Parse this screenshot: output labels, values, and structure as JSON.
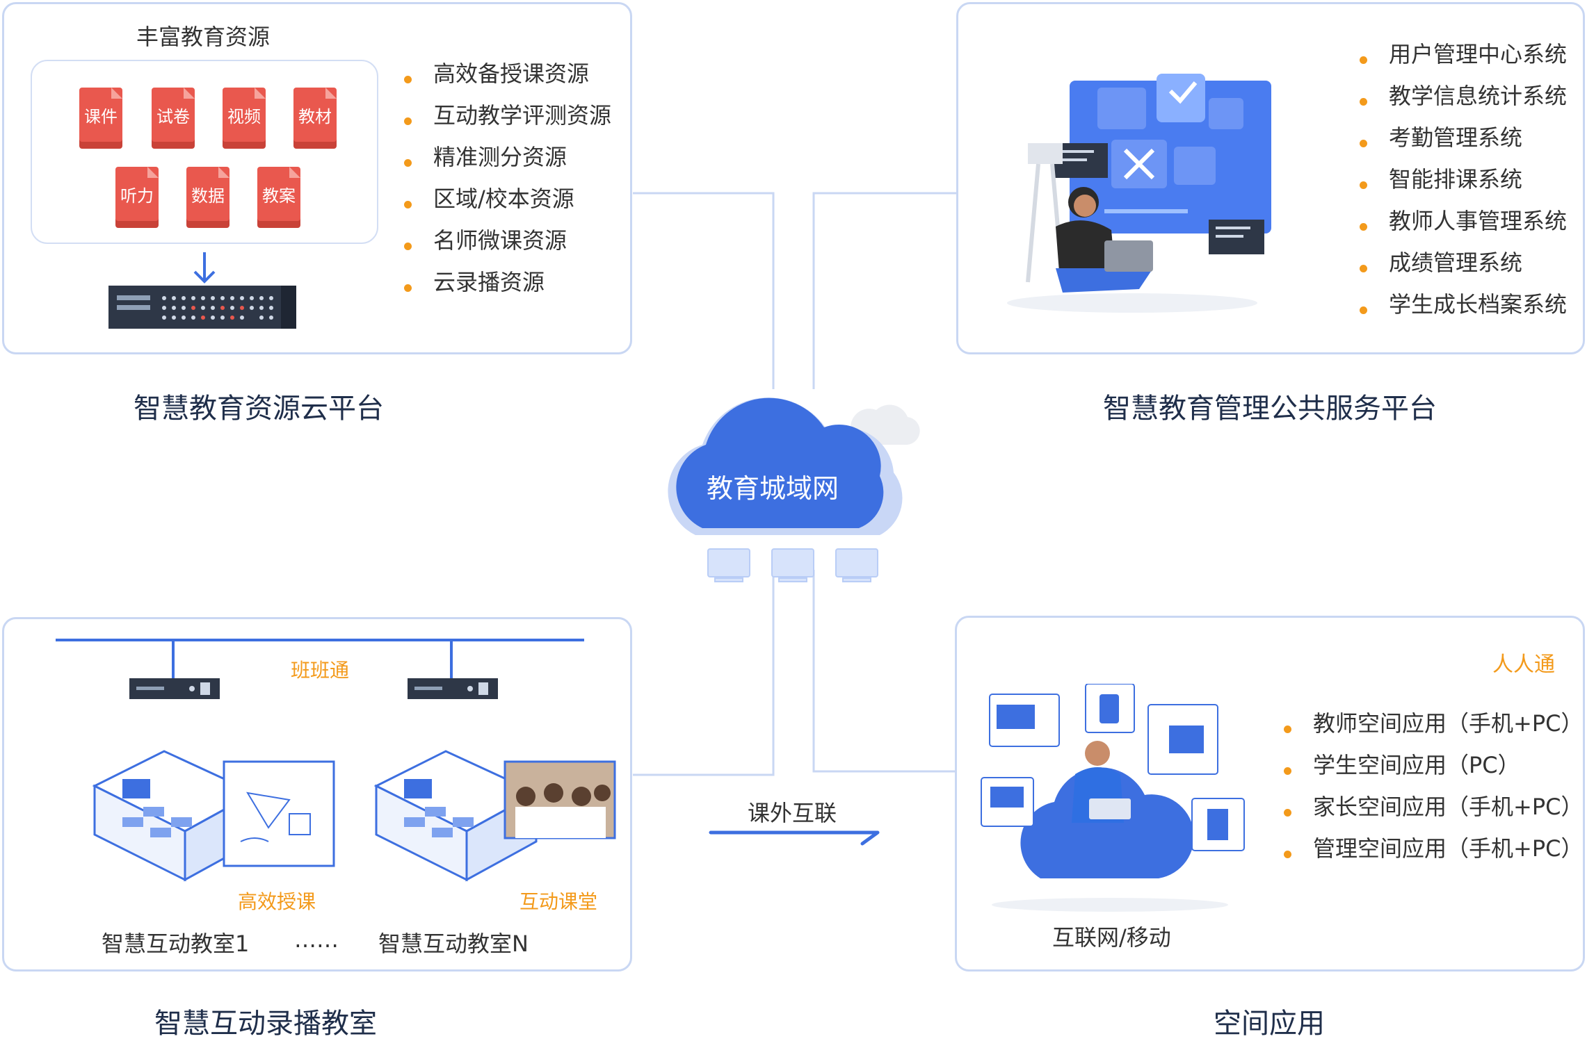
{
  "resource_cloud": {
    "heading": "丰富教育资源",
    "docs": [
      "课件",
      "试卷",
      "视频",
      "教材",
      "听力",
      "数据",
      "教案"
    ],
    "items": [
      "高效备授课资源",
      "互动教学评测资源",
      "精准测分资源",
      "区域/校本资源",
      "名师微课资源",
      "云录播资源"
    ],
    "caption": "智慧教育资源云平台"
  },
  "management": {
    "items": [
      "用户管理中心系统",
      "教学信息统计系统",
      "考勤管理系统",
      "智能排课系统",
      "教师人事管理系统",
      "成绩管理系统",
      "学生成长档案系统"
    ],
    "caption": "智慧教育管理公共服务平台"
  },
  "center": {
    "cloud_label": "教育城域网",
    "link_label": "课外互联"
  },
  "classroom": {
    "bus_label": "班班通",
    "room1_tag": "高效授课",
    "room2_tag": "互动课堂",
    "room1_name": "智慧互动教室1",
    "ellipsis": "……",
    "room2_name": "智慧互动教室N",
    "caption": "智慧互动录播教室"
  },
  "space": {
    "tag": "人人通",
    "items": [
      "教师空间应用（手机+PC）",
      "学生空间应用（PC）",
      "家长空间应用（手机+PC）",
      "管理空间应用（手机+PC）"
    ],
    "network_label": "互联网/移动",
    "caption": "空间应用"
  },
  "colors": {
    "panel_border": "#c9d7f3",
    "accent_blue": "#3d6fe0",
    "bullet_orange": "#f39a1b",
    "doc_red": "#e9584e"
  }
}
